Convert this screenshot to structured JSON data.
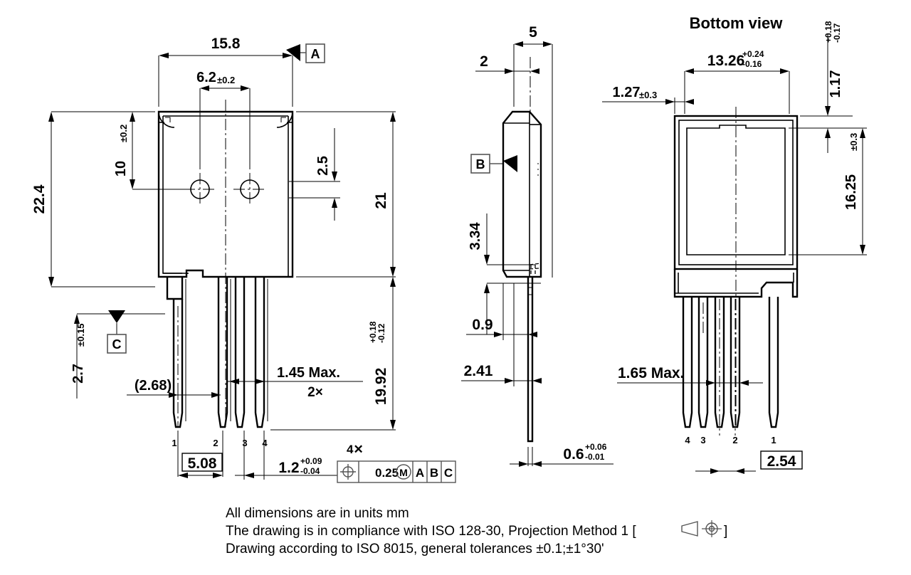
{
  "drawing": {
    "title_bottom_view": "Bottom view",
    "units_note": "All dimensions are in units mm",
    "iso_note": "The drawing is in compliance with ISO 128-30, Projection Method 1 [",
    "iso_note_close": "]",
    "tolerance_note": "Drawing according to ISO 8015, general tolerances ±0.1;±1°30'"
  },
  "front_view": {
    "dim_width_overall": "15.8",
    "dim_hole_pitch": "6.2",
    "dim_hole_pitch_tol": "±0.2",
    "dim_height_overall": "22.4",
    "dim_hole_from_top": "10",
    "dim_hole_from_top_tol": "±0.2",
    "dim_tab_right": "2.5",
    "dim_body_height": "21",
    "dim_lead_total": "19.92",
    "dim_lead_total_up": "+0.18",
    "dim_lead_total_dn": "-0.12",
    "dim_bottom_offset": "2.7",
    "dim_bottom_offset_tol": "±0.15",
    "dim_lead1_ref": "(2.68)",
    "dim_lead_width_max": "1.45 Max.",
    "dim_lead_width_qty": "2×",
    "dim_pitch_basic": "5.08",
    "dim_lead_thin": "1.2",
    "dim_lead_thin_up": "+0.09",
    "dim_lead_thin_dn": "-0.04",
    "datum_a": "A",
    "datum_c": "C",
    "pins": [
      "1",
      "2",
      "3",
      "4"
    ],
    "fcf": {
      "qty": "4✕",
      "symbol": "position-icon",
      "tolerance": "0.25",
      "modifier": "M",
      "datum_1": "A",
      "datum_2": "B",
      "datum_3": "C"
    }
  },
  "side_view": {
    "dim_thickness": "5",
    "dim_offset_front": "2",
    "dim_step_height": "3.34",
    "dim_lead_offset": "0.9",
    "dim_lead_offset2": "2.41",
    "dim_lead_thickness": "0.6",
    "dim_lead_thickness_up": "+0.06",
    "dim_lead_thickness_dn": "-0.01",
    "datum_b": "B"
  },
  "bottom_view": {
    "dim_pad_width": "13.26",
    "dim_pad_width_up": "+0.24",
    "dim_pad_width_dn": "-0.16",
    "dim_edge": "1.27",
    "dim_edge_tol": "±0.3",
    "dim_rim": "1.17",
    "dim_rim_up": "+0.18",
    "dim_rim_dn": "-0.17",
    "dim_pad_height": "16.25",
    "dim_pad_height_tol": "±0.3",
    "dim_lead_width_max": "1.65 Max.",
    "dim_pitch_basic": "2.54",
    "pins": [
      "4",
      "3",
      "2",
      "1"
    ]
  },
  "colors": {
    "line": "#000000",
    "frame": "#555555",
    "background": "#ffffff"
  }
}
